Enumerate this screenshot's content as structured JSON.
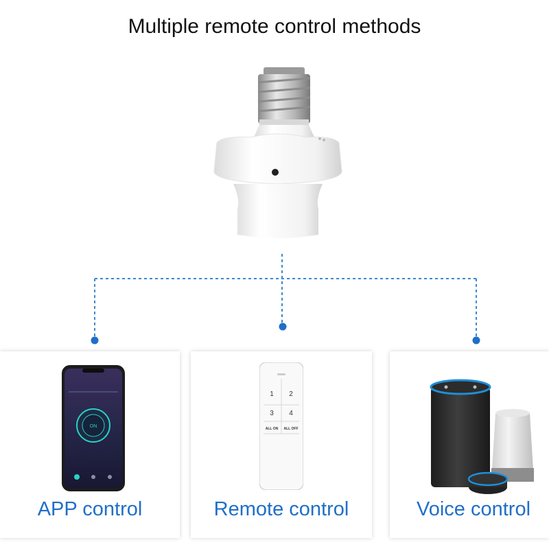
{
  "title": "Multiple remote control methods",
  "colors": {
    "accent": "#1f6fc8",
    "connector": "#3a87d4"
  },
  "device": {
    "icon": "bulb-socket-icon"
  },
  "methods": [
    {
      "label": "APP control",
      "icon": "smartphone-app-icon",
      "app_button": "ON"
    },
    {
      "label": "Remote control",
      "icon": "remote-control-icon",
      "buttons": [
        "1",
        "2",
        "3",
        "4",
        "ALL ON",
        "ALL OFF"
      ]
    },
    {
      "label": "Voice control",
      "icon": "smart-speaker-icon"
    }
  ]
}
